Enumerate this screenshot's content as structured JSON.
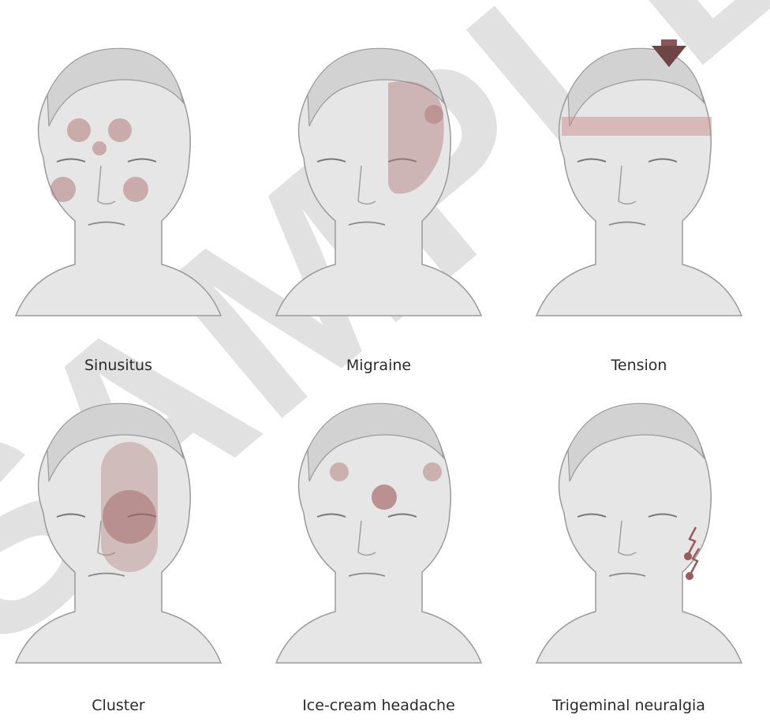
{
  "watermark": "SAMPLE",
  "panels": [
    {
      "id": "sinusitus",
      "label": "Sinusitus",
      "pain_color": "#b07a7a"
    },
    {
      "id": "migraine",
      "label": "Migraine",
      "pain_color": "#b07a7a"
    },
    {
      "id": "tension",
      "label": "Tension",
      "pain_color": "#c98b8b",
      "arrow_color": "#8a5656"
    },
    {
      "id": "cluster",
      "label": "Cluster",
      "pain_color": "#b07a7a"
    },
    {
      "id": "ice-cream",
      "label": "Ice-cream headache",
      "pain_color": "#b07a7a"
    },
    {
      "id": "trigeminal",
      "label": "Trigeminal neuralgia",
      "pain_color": "#9b5b5b"
    }
  ]
}
